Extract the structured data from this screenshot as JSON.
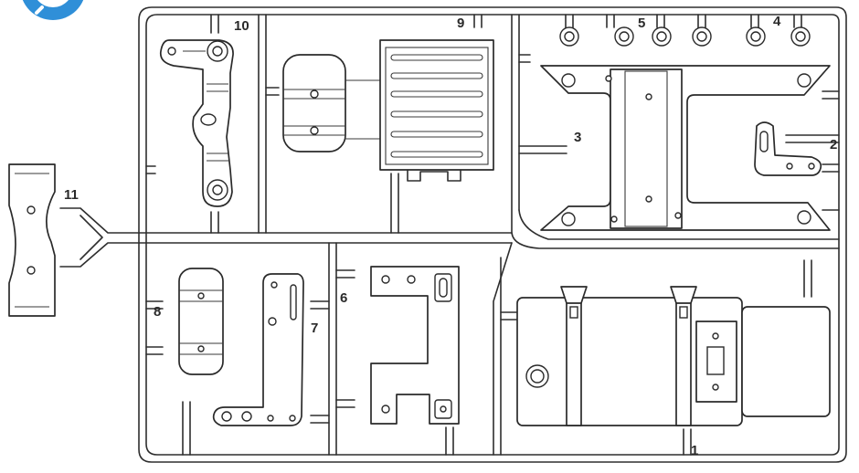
{
  "diagram": {
    "part_numbers": {
      "p1": "1",
      "p2": "2",
      "p3": "3",
      "p4": "4",
      "p5": "5",
      "p6": "6",
      "p7": "7",
      "p8": "8",
      "p9": "9",
      "p10": "10",
      "p11": "11"
    },
    "colors": {
      "line": "#2e2e2e",
      "paper": "#ffffff",
      "badge": "#2f8fd8"
    },
    "badge_icon": "magnifier-icon"
  }
}
